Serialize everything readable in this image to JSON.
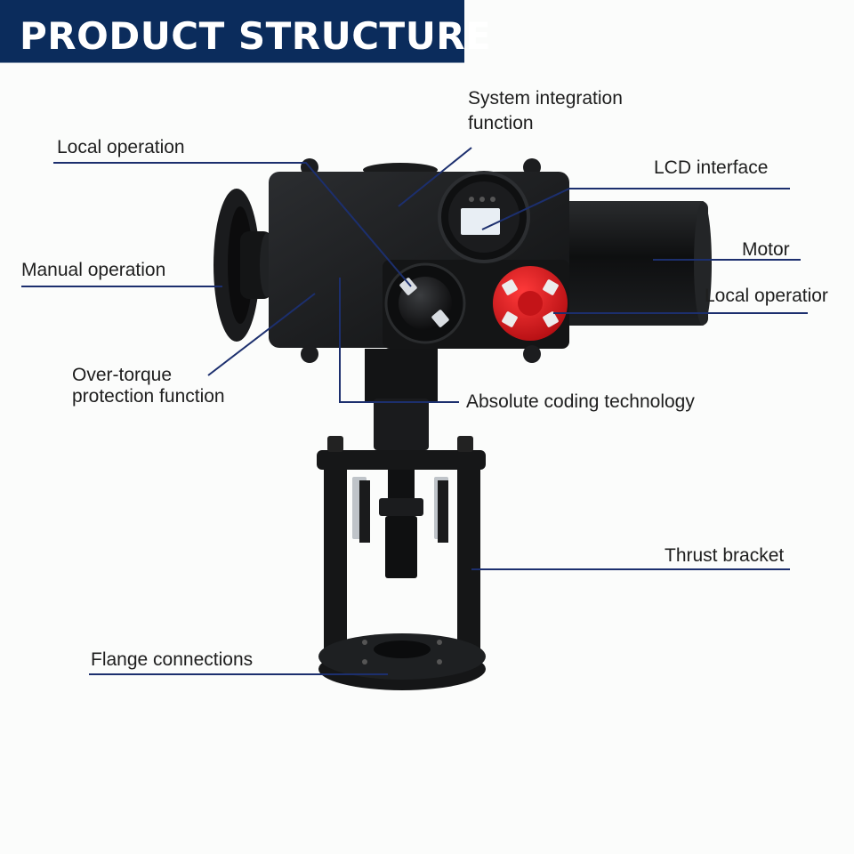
{
  "header": {
    "title": "PRODUCT STRUCTURE"
  },
  "labels": {
    "system_integration_line1": "System integration",
    "system_integration_line2": "function",
    "local_operation_top": "Local operation",
    "lcd_interface": "LCD interface",
    "manual_operation": "Manual operation",
    "motor": "Motor",
    "local_operation_right": "Local operatior",
    "over_torque_line1": "Over-torque",
    "over_torque_line2": "protection function",
    "absolute_coding": "Absolute coding technology",
    "thrust_bracket": "Thrust bracket",
    "flange_connections": "Flange connections"
  },
  "colors": {
    "banner": "#0b2c5c",
    "leader_line": "#1c2f6e",
    "body": "#151617",
    "knob_red": "#d8161c",
    "lcd_screen": "#e8eef4"
  }
}
